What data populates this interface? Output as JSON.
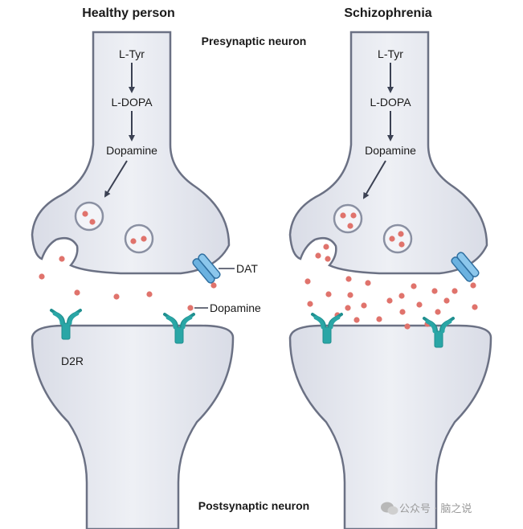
{
  "titles": {
    "left": "Healthy person",
    "right": "Schizophrenia"
  },
  "regions": {
    "presynaptic": "Presynaptic neuron",
    "postsynaptic": "Postsynaptic neuron"
  },
  "pathway": {
    "step1": "L-Tyr",
    "step2": "L-DOPA",
    "step3": "Dopamine"
  },
  "labels": {
    "dat": "DAT",
    "dopamine": "Dopamine",
    "d2r": "D2R"
  },
  "watermark": "公众号 · 脑之说",
  "colors": {
    "neuron_fill": "#e6e8f0",
    "neuron_stroke": "#6b7184",
    "dopamine": "#e0736c",
    "receptor": "#2aa6a6",
    "transporter": "#6bb2e0",
    "arrow": "#3b4153"
  }
}
